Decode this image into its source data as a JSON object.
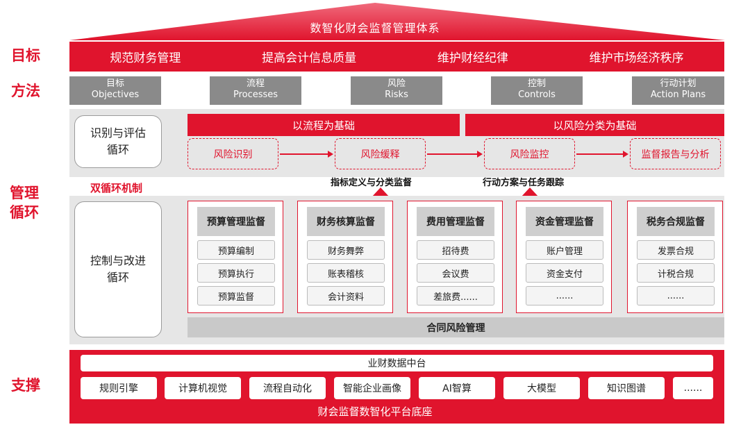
{
  "title": "数智化财会监督管理体系",
  "side_labels": {
    "goal": "目标",
    "method": "方法",
    "mgmt_line1": "管理",
    "mgmt_line2": "循环",
    "support": "支撑"
  },
  "goals": [
    "规范财务管理",
    "提高会计信息质量",
    "维护财经纪律",
    "维护市场经济秩序"
  ],
  "methods": [
    {
      "cn": "目标",
      "en": "Objectives"
    },
    {
      "cn": "流程",
      "en": "Processes"
    },
    {
      "cn": "风险",
      "en": "Risks"
    },
    {
      "cn": "控制",
      "en": "Controls"
    },
    {
      "cn": "行动计划",
      "en": "Action Plans"
    }
  ],
  "cycles": {
    "identify": {
      "line1": "识别与评估",
      "line2": "循环"
    },
    "control": {
      "line1": "控制与改进",
      "line2": "循环"
    },
    "dual_label": "双循环机制"
  },
  "bases": [
    "以流程为基础",
    "以风险分类为基础"
  ],
  "steps": [
    "风险识别",
    "风险缓释",
    "风险监控",
    "监督报告与分析"
  ],
  "captions": [
    "指标定义与分类监督",
    "行动方案与任务跟踪"
  ],
  "supervision": [
    {
      "title": "预算管理监督",
      "items": [
        "预算编制",
        "预算执行",
        "预算监督"
      ]
    },
    {
      "title": "财务核算监督",
      "items": [
        "财务舞弊",
        "账表稽核",
        "会计资料"
      ]
    },
    {
      "title": "费用管理监督",
      "items": [
        "招待费",
        "会议费",
        "差旅费......"
      ]
    },
    {
      "title": "资金管理监督",
      "items": [
        "账户管理",
        "资金支付",
        "......"
      ]
    },
    {
      "title": "税务合规监督",
      "items": [
        "发票合规",
        "计税合规",
        "......"
      ]
    }
  ],
  "contract_risk": "合同风险管理",
  "support": {
    "data_center": "业财数据中台",
    "tools": [
      "规则引擎",
      "计算机视觉",
      "流程自动化",
      "智能企业画像",
      "AI智算",
      "大模型",
      "知识图谱",
      "......"
    ],
    "platform": "财会监督数智化平台底座"
  },
  "colors": {
    "accent": "#e0142d",
    "gray": "#8a8a8a",
    "panel": "#e6e6e6"
  }
}
